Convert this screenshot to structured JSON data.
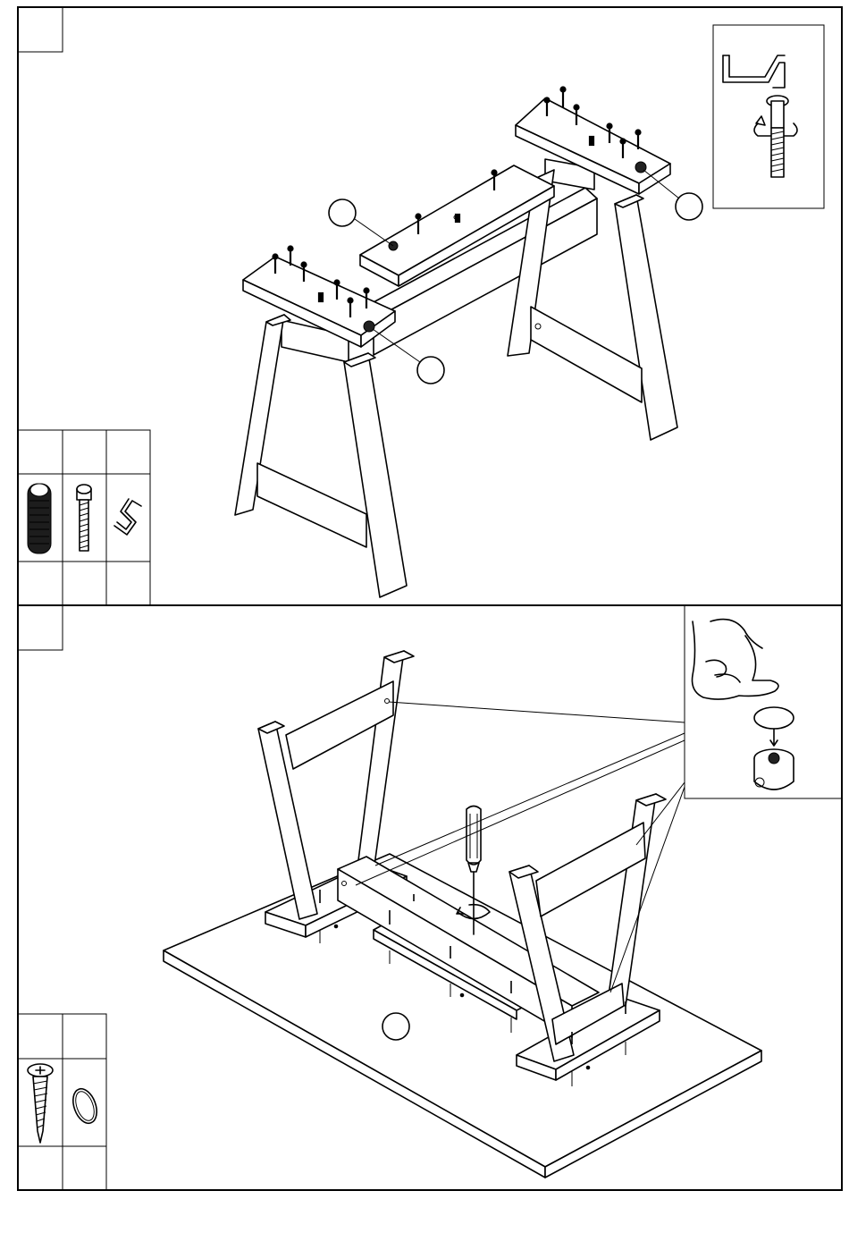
{
  "steps": [
    {
      "step_number": "",
      "parts": [
        {
          "name": "barrel-nut",
          "qty": ""
        },
        {
          "name": "connector-bolt",
          "qty": ""
        },
        {
          "name": "allen-key",
          "qty": ""
        }
      ],
      "callouts": [
        "",
        "",
        ""
      ]
    },
    {
      "step_number": "",
      "parts": [
        {
          "name": "wood-screw",
          "qty": ""
        },
        {
          "name": "cover-cap",
          "qty": ""
        }
      ],
      "callouts": [
        ""
      ]
    }
  ],
  "icons": [
    "allen-key-icon",
    "barrel-nut-icon",
    "connector-bolt-icon",
    "wood-screw-icon",
    "cover-cap-icon",
    "screwdriver-icon",
    "hand-icon"
  ]
}
